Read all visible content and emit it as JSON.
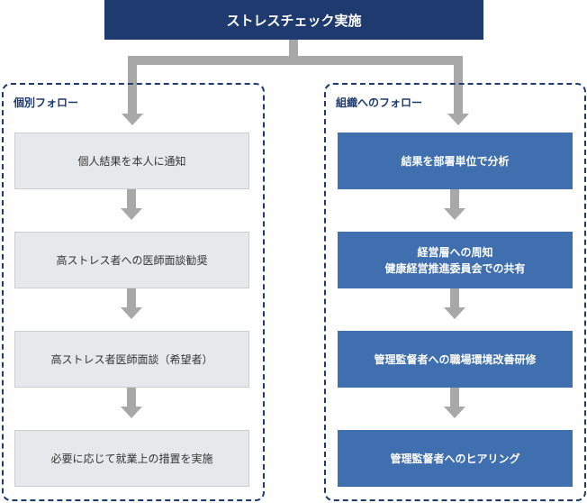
{
  "top": {
    "label": "ストレスチェック実施"
  },
  "left_panel": {
    "title": "個別フォロー",
    "steps": [
      "個人結果を本人に通知",
      "高ストレス者への医師面談勧奨",
      "高ストレス者医師面談（希望者）",
      "必要に応じて就業上の措置を実施"
    ]
  },
  "right_panel": {
    "title": "組織へのフォロー",
    "steps": [
      "結果を部署単位で分析",
      "経営層への周知\n健康経営推進委員会での共有",
      "管理監督者への職場環境改善研修",
      "管理監督者へのヒアリング"
    ]
  },
  "colors": {
    "navy": "#1e3a6e",
    "blue_box": "#3f6fae",
    "gray_box": "#e5e9ec",
    "arrow": "#a8a8a8"
  }
}
